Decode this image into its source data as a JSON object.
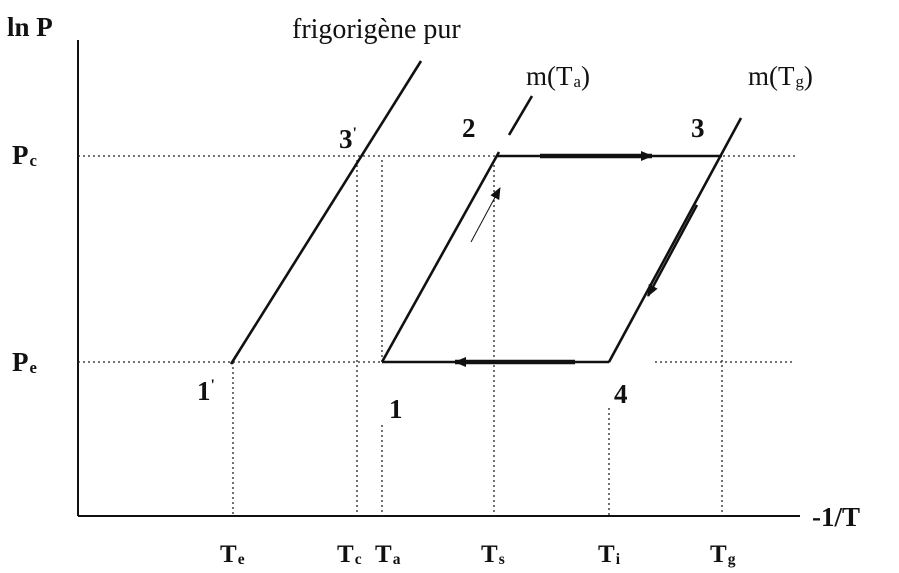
{
  "axes": {
    "y_label": "ln P",
    "x_label": "-1/T"
  },
  "pressure_labels": [
    {
      "main": "P",
      "sub": "c"
    },
    {
      "main": "P",
      "sub": "e"
    }
  ],
  "temperature_labels": [
    {
      "main": "T",
      "sub": "e"
    },
    {
      "main": "T",
      "sub": "c"
    },
    {
      "main": "T",
      "sub": "a"
    },
    {
      "main": "T",
      "sub": "s"
    },
    {
      "main": "T",
      "sub": "i"
    },
    {
      "main": "T",
      "sub": "g"
    }
  ],
  "curve_labels": {
    "pure": "frigorigène pur",
    "ma": {
      "main": "m(T",
      "sub": "a",
      "end": ")"
    },
    "mg": {
      "main": "m(T",
      "sub": "g",
      "end": ")"
    }
  },
  "points": {
    "p1": "1",
    "p2": "2",
    "p3": "3",
    "p4": "4",
    "p1prime": "1",
    "p3prime": "3",
    "prime": "'"
  }
}
